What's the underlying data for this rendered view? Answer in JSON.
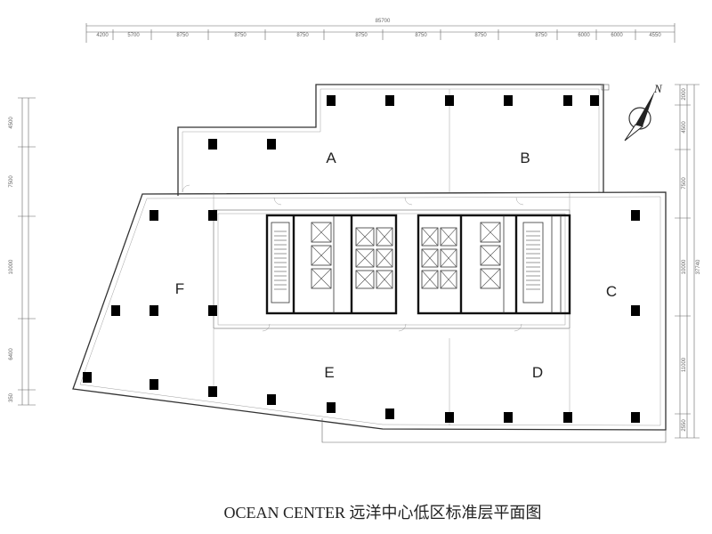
{
  "caption": "OCEAN CENTER 远洋中心低区标准层平面图",
  "overall_dimension": "85700",
  "top_dimensions": [
    "4200",
    "5700",
    "8750",
    "8750",
    "8750",
    "8750",
    "8750",
    "8750",
    "8750",
    "6000",
    "6000",
    "4550"
  ],
  "left_dimensions": [
    "4500",
    "7500",
    "10000",
    "6400",
    "350"
  ],
  "right_dimensions": [
    "2000",
    "4500",
    "7500",
    "10000",
    "11000",
    "2550"
  ],
  "right_total_dimension": "37740",
  "zones": {
    "a": "A",
    "b": "B",
    "c": "C",
    "d": "D",
    "e": "E",
    "f": "F"
  },
  "north_label": "N"
}
